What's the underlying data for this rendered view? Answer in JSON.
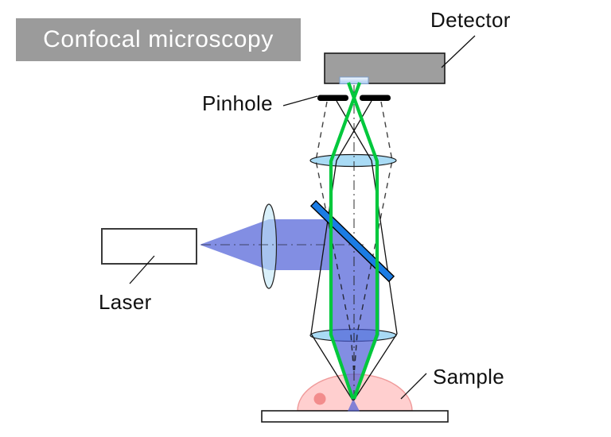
{
  "title": "Confocal microscopy",
  "diagram": {
    "labels": {
      "detector": "Detector",
      "pinhole": "Pinhole",
      "laser": "Laser",
      "sample": "Sample"
    },
    "colors": {
      "title_bg": "#9b9b9b",
      "title_text": "#ffffff",
      "detector_fill": "#9e9e9e",
      "outline_dark": "#1a1a1a",
      "lens_fill": "#a9dbf5",
      "beam_lens_fill": "rgba(191,230,247,0.60)",
      "window_fill_top": "#f2f8ff",
      "window_fill_bottom": "#a9c9ef",
      "window_stroke": "#7a9cc8",
      "laser_beam_blue": "rgba(77,94,215,0.70)",
      "dichroic_blue": "#1b7ce4",
      "fluorescence_green": "#00c83c",
      "ray_black": "#111111",
      "sample_pink": "rgba(255,128,128,0.38)",
      "sample_stroke": "#ef9a9a",
      "nucleus_pink": "#f28c8c",
      "stage_fill": "#ffffff",
      "pinhole_bar": "#000000",
      "laser_box_stroke": "#3a3a3a"
    }
  }
}
